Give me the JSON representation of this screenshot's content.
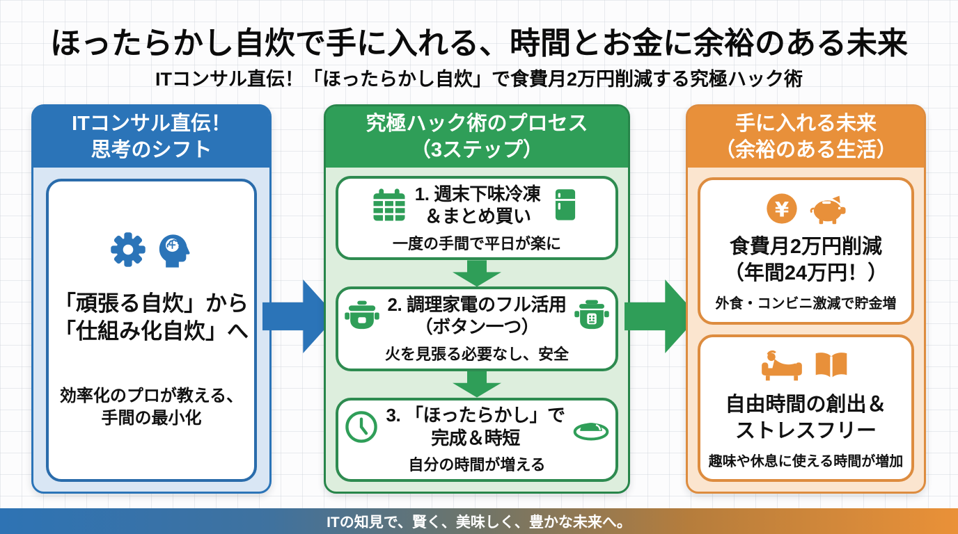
{
  "header": {
    "title": "ほったらかし自炊で手に入れる、時間とお金に余裕のある未来",
    "subtitle": "ITコンサル直伝！「ほったらかし自炊」で食費月2万円削減する究極ハック術"
  },
  "left_panel": {
    "header_line1": "ITコンサル直伝！",
    "header_line2": "思考のシフト",
    "main_line1": "「頑張る自炊」から",
    "main_line2": "「仕組み化自炊」へ",
    "sub_line1": "効率化のプロが教える、",
    "sub_line2": "手間の最小化"
  },
  "process_panel": {
    "header_line1": "究極ハック術のプロセス",
    "header_line2": "（3ステップ）",
    "steps": [
      {
        "title_line1": "1. 週末下味冷凍",
        "title_line2": "＆まとめ買い",
        "caption": "一度の手間で平日が楽に",
        "icon_left": "calendar-icon",
        "icon_right": "fridge-icon"
      },
      {
        "title_line1": "2. 調理家電のフル活用",
        "title_line2": "（ボタン一つ）",
        "caption": "火を見張る必要なし、安全",
        "icon_left": "slow-cooker-icon",
        "icon_right": "pressure-cooker-icon"
      },
      {
        "title_line1": "3. 「ほったらかし」で",
        "title_line2": "完成＆時短",
        "caption": "自分の時間が増える",
        "icon_left": "clock-icon",
        "icon_right": "dish-icon"
      }
    ]
  },
  "outcome_panel": {
    "header_line1": "手に入れる未来",
    "header_line2": "（余裕のある生活）",
    "cards": [
      {
        "title_line1": "食費月2万円削減",
        "title_line2": "（年間24万円！）",
        "caption": "外食・コンビニ激減で貯金増",
        "icons": [
          "yen-coin-icon",
          "piggy-bank-icon"
        ]
      },
      {
        "title_line1": "自由時間の創出＆",
        "title_line2": "ストレスフリー",
        "caption": "趣味や休息に使える時間が増加",
        "icons": [
          "relax-sofa-icon",
          "open-book-icon"
        ]
      }
    ]
  },
  "footer": {
    "tagline": "ITの知見で、賢く、美味しく、豊かな未来へ。"
  },
  "colors": {
    "blue": "#2b74b8",
    "blue_light": "#d9e6f4",
    "green": "#2f9e58",
    "green_dark": "#27854a",
    "green_light": "#ddeedd",
    "orange": "#e8903a",
    "orange_light": "#fbe5cf",
    "text": "#0b0b0b",
    "card_bg": "#ffffff"
  },
  "icons": {
    "gear-icon": "gear / settings cog",
    "brain-head-icon": "head silhouette with brain",
    "calendar-icon": "weekly calendar",
    "fridge-icon": "refrigerator-freezer",
    "slow-cooker-icon": "slow cooker pot",
    "pressure-cooker-icon": "electric pressure cooker with panel",
    "clock-icon": "clock face",
    "dish-icon": "plate of curry rice",
    "yen-coin-icon": "coin with yen sign ¥",
    "piggy-bank-icon": "piggy bank",
    "relax-sofa-icon": "person relaxing on sofa",
    "open-book-icon": "open book"
  }
}
